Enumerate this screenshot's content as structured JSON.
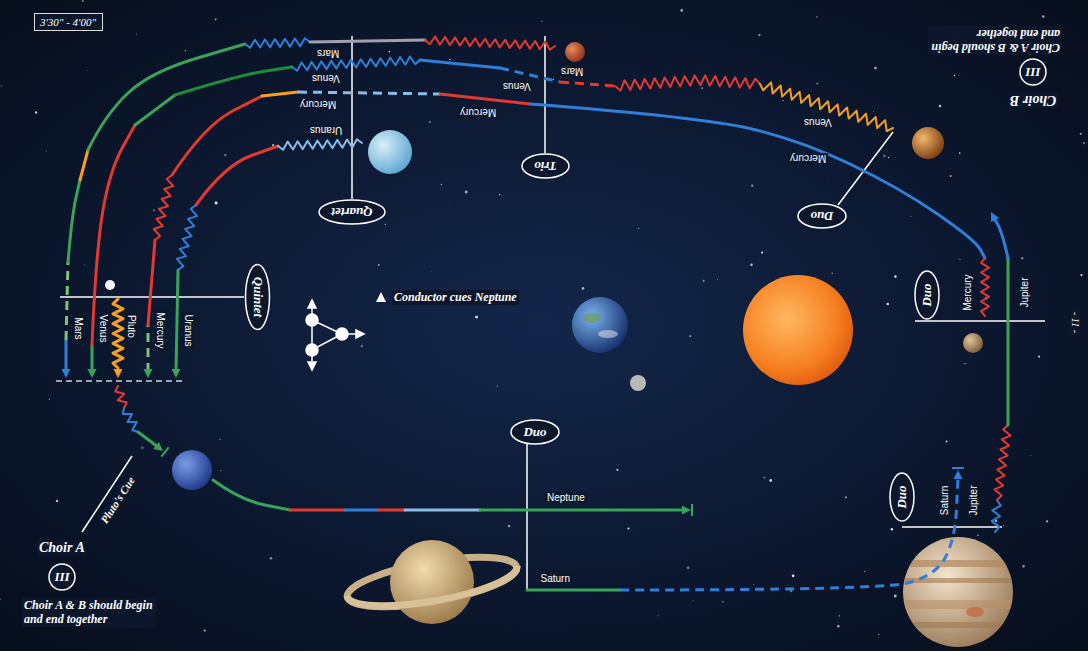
{
  "diagram": {
    "nodes": [
      {
        "text": [
          "3'30\" - 4'00\""
        ]
      },
      {
        "text": [
          "Quartet"
        ]
      },
      {
        "text": [
          "Trio"
        ]
      },
      {
        "text": [
          "Duo"
        ]
      },
      {
        "text": [
          "III"
        ]
      },
      {
        "text": [
          "Quintet"
        ]
      },
      {
        "text": [
          "Duo"
        ]
      },
      {
        "text": [
          "Duo"
        ]
      },
      {
        "text": [
          "Duo"
        ]
      },
      {
        "text": [
          "III"
        ]
      }
    ],
    "labels": [
      "Mars",
      "Venus",
      "Mercury",
      "Uranus",
      "Mars",
      "Venus",
      "Mercury",
      "Venus",
      "Mercury",
      "Choir B",
      "Choir A & B should begin and end together",
      "- 11 -",
      "Mars",
      "Venus",
      "Pluto",
      "Mercury",
      "Uranus",
      "Conductor cues Neptune",
      "Mercury",
      "Jupiter",
      "Pluto's Cue",
      "Neptune",
      "Saturn",
      "Saturn",
      "Jupiter",
      "Choir A",
      "Choir A & B should begin and end together"
    ]
  }
}
